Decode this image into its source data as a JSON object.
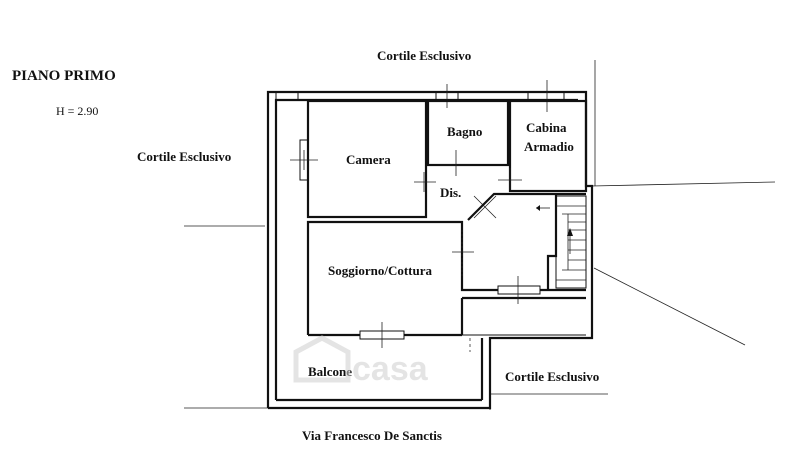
{
  "plan": {
    "title": "PIANO PRIMO",
    "height_note": "H = 2.90",
    "street": "Via Francesco De Sanctis",
    "courtyard_labels": [
      "Cortile Esclusivo",
      "Cortile Esclusivo",
      "Cortile Esclusivo"
    ],
    "rooms": {
      "camera": "Camera",
      "bagno": "Bagno",
      "cabina_line1": "Cabina",
      "cabina_line2": "Armadio",
      "dis": "Dis.",
      "soggiorno": "Soggiorno/Cottura",
      "balcone": "Balcone"
    },
    "watermark": "casa"
  }
}
